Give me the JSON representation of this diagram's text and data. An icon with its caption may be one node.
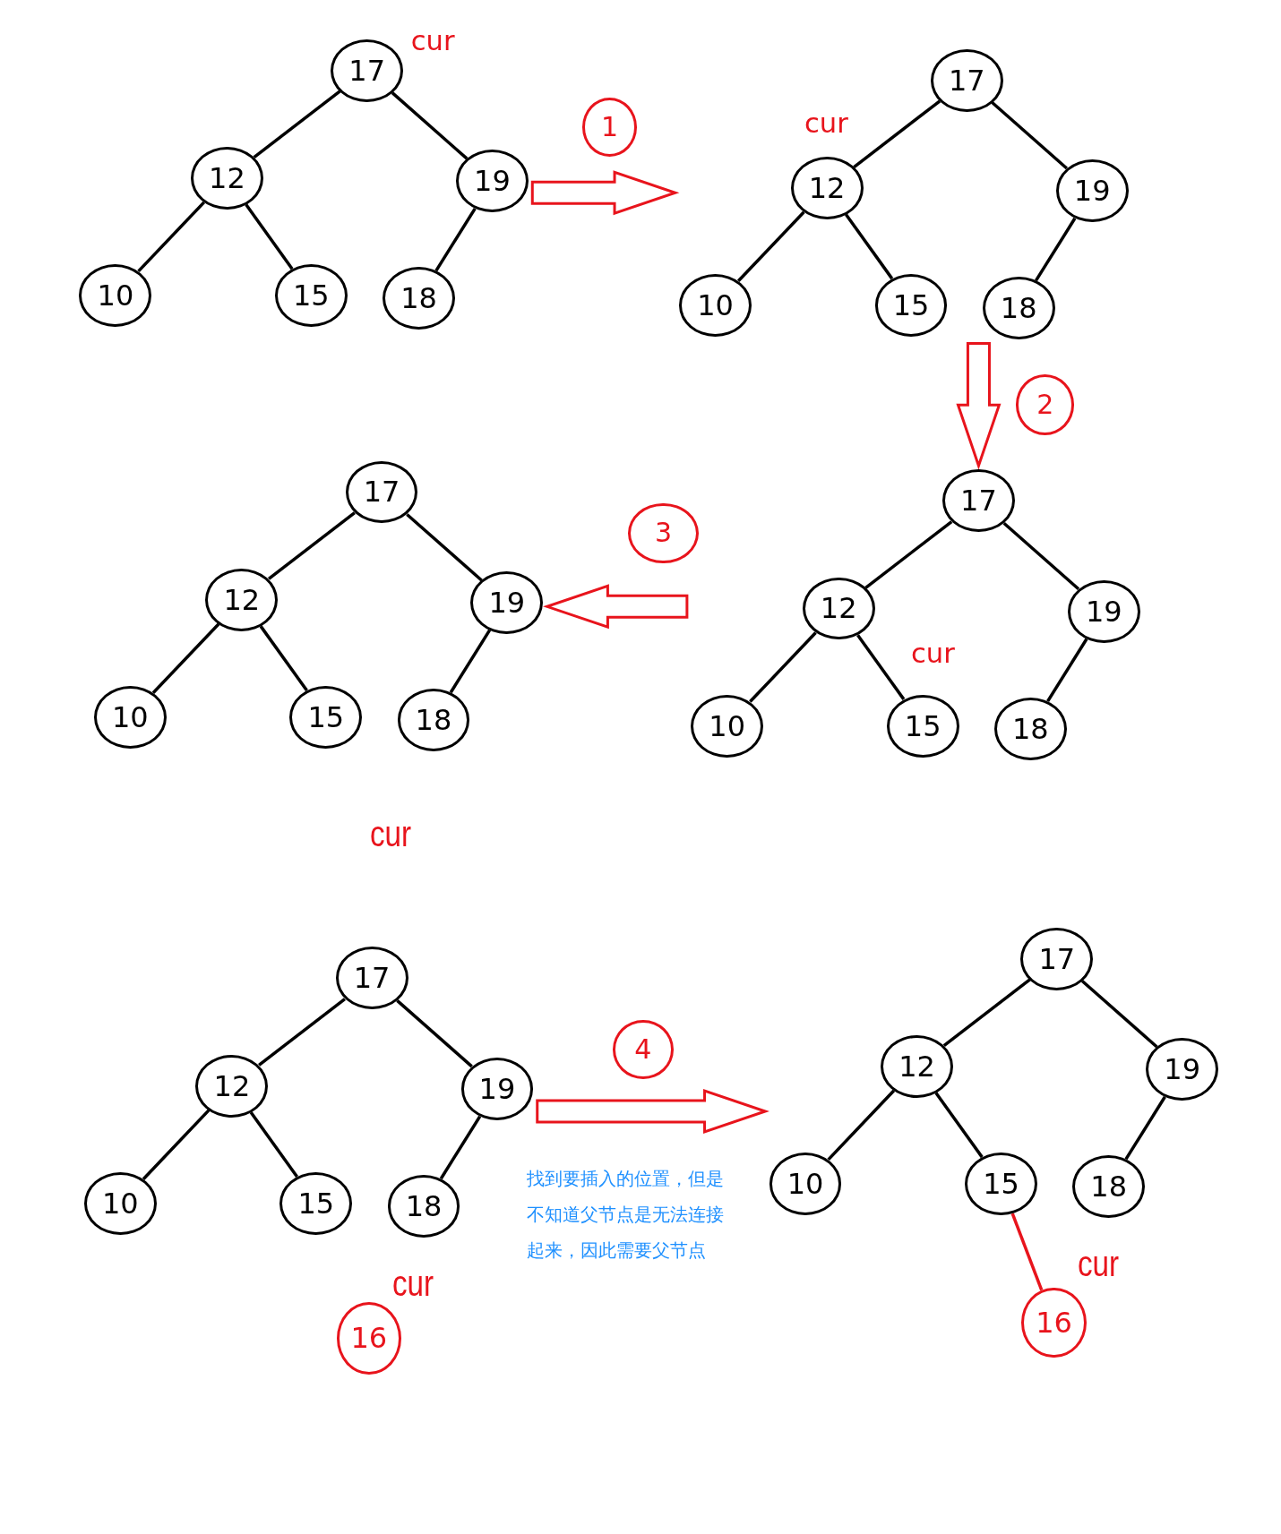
{
  "diagram": {
    "nodes": [
      {
        "text": [],
        "shape": "picture"
      },
      {
        "text": [
          "17"
        ],
        "in": 0
      },
      {
        "text": [
          "12"
        ],
        "in": 0
      },
      {
        "text": [
          "19"
        ],
        "in": 0
      },
      {
        "text": [
          "10"
        ],
        "in": 0
      },
      {
        "text": [
          "15"
        ],
        "in": 0
      },
      {
        "text": [
          "18"
        ],
        "in": 0
      },
      {
        "text": [
          "1"
        ]
      },
      {
        "text": [],
        "shape": "picture"
      },
      {
        "text": [
          "17"
        ],
        "in": 8
      },
      {
        "text": [
          "12"
        ],
        "in": 8
      },
      {
        "text": [
          "19"
        ],
        "in": 8
      },
      {
        "text": [
          "10"
        ],
        "in": 8
      },
      {
        "text": [
          "15"
        ],
        "in": 8
      },
      {
        "text": [
          "18"
        ],
        "in": 8
      },
      {
        "text": [
          "2"
        ]
      },
      {
        "text": [],
        "shape": "picture"
      },
      {
        "text": [
          "17"
        ],
        "in": 16
      },
      {
        "text": [
          "12"
        ],
        "in": 16
      },
      {
        "text": [
          "19"
        ],
        "in": 16
      },
      {
        "text": [
          "10"
        ],
        "in": 16
      },
      {
        "text": [
          "15"
        ],
        "in": 16
      },
      {
        "text": [
          "18"
        ],
        "in": 16
      },
      {
        "text": [
          "3"
        ]
      },
      {
        "text": [],
        "shape": "picture"
      },
      {
        "text": [
          "17"
        ],
        "in": 24
      },
      {
        "text": [
          "12"
        ],
        "in": 24
      },
      {
        "text": [
          "19"
        ],
        "in": 24
      },
      {
        "text": [
          "10"
        ],
        "in": 24
      },
      {
        "text": [
          "15"
        ],
        "in": 24
      },
      {
        "text": [
          "18"
        ],
        "in": 24
      },
      {
        "text": [],
        "shape": "picture"
      },
      {
        "text": [
          "17"
        ],
        "in": 31
      },
      {
        "text": [
          "12"
        ],
        "in": 31
      },
      {
        "text": [
          "19"
        ],
        "in": 31
      },
      {
        "text": [
          "10"
        ],
        "in": 31
      },
      {
        "text": [
          "15"
        ],
        "in": 31
      },
      {
        "text": [
          "18"
        ],
        "in": 31
      },
      {
        "text": [
          "16"
        ],
        "in": 31
      },
      {
        "text": [
          "4"
        ]
      },
      {
        "text": [],
        "shape": "picture"
      },
      {
        "text": [
          "17"
        ],
        "in": 40
      },
      {
        "text": [
          "12"
        ],
        "in": 40
      },
      {
        "text": [
          "19"
        ],
        "in": 40
      },
      {
        "text": [
          "10"
        ],
        "in": 40
      },
      {
        "text": [
          "15"
        ],
        "in": 40
      },
      {
        "text": [
          "18"
        ],
        "in": 40
      },
      {
        "text": [
          "16"
        ],
        "in": 40
      }
    ],
    "edges": [
      {
        "from": 1,
        "to": 2,
        "arrow": "none"
      },
      {
        "from": 1,
        "to": 3,
        "arrow": "none"
      },
      {
        "from": 2,
        "to": 4,
        "arrow": "none"
      },
      {
        "from": 2,
        "to": 5,
        "arrow": "none"
      },
      {
        "from": 3,
        "to": 6,
        "arrow": "none"
      },
      {
        "from": 9,
        "to": 10,
        "arrow": "none"
      },
      {
        "from": 9,
        "to": 11,
        "arrow": "none"
      },
      {
        "from": 10,
        "to": 12,
        "arrow": "none"
      },
      {
        "from": 10,
        "to": 13,
        "arrow": "none"
      },
      {
        "from": 11,
        "to": 14,
        "arrow": "none"
      },
      {
        "from": 17,
        "to": 18,
        "arrow": "none"
      },
      {
        "from": 17,
        "to": 19,
        "arrow": "none"
      },
      {
        "from": 18,
        "to": 20,
        "arrow": "none"
      },
      {
        "from": 18,
        "to": 21,
        "arrow": "none"
      },
      {
        "from": 19,
        "to": 22,
        "arrow": "none"
      },
      {
        "from": 25,
        "to": 26,
        "arrow": "none"
      },
      {
        "from": 25,
        "to": 27,
        "arrow": "none"
      },
      {
        "from": 26,
        "to": 28,
        "arrow": "none"
      },
      {
        "from": 26,
        "to": 29,
        "arrow": "none"
      },
      {
        "from": 27,
        "to": 30,
        "arrow": "none"
      },
      {
        "from": 32,
        "to": 33,
        "arrow": "none"
      },
      {
        "from": 32,
        "to": 34,
        "arrow": "none"
      },
      {
        "from": 33,
        "to": 35,
        "arrow": "none"
      },
      {
        "from": 33,
        "to": 36,
        "arrow": "none"
      },
      {
        "from": 34,
        "to": 37,
        "arrow": "none"
      },
      {
        "from": 41,
        "to": 42,
        "arrow": "none"
      },
      {
        "from": 41,
        "to": 43,
        "arrow": "none"
      },
      {
        "from": 42,
        "to": 44,
        "arrow": "none"
      },
      {
        "from": 42,
        "to": 45,
        "arrow": "none"
      },
      {
        "from": 43,
        "to": 46,
        "arrow": "none"
      },
      {
        "from": 45,
        "to": 47,
        "arrow": "none",
        "color": "#e8141c"
      },
      {
        "from": 0,
        "to": 8,
        "arrow": "to",
        "style": "thick",
        "color": "#e8141c"
      },
      {
        "from": 8,
        "to": 24,
        "arrow": "to",
        "style": "thick",
        "color": "#e8141c"
      },
      {
        "from": 24,
        "to": 16,
        "arrow": "to",
        "style": "thick",
        "color": "#e8141c"
      },
      {
        "from": 31,
        "to": 40,
        "arrow": "to",
        "style": "thick",
        "color": "#e8141c"
      }
    ],
    "labels": [
      "cur",
      "cur",
      "cur",
      "cur",
      "找到要插入的位置，但是不知道父节点是无法连接起来，因此需要父节点",
      "cur",
      "cur"
    ]
  }
}
